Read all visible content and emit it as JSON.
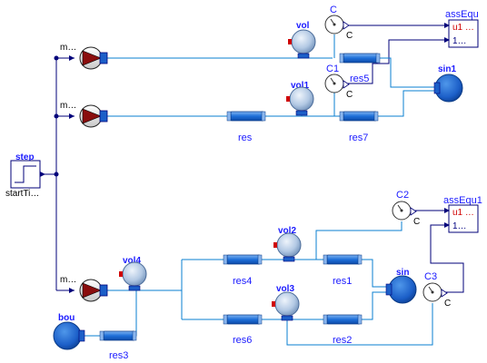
{
  "components": {
    "step": {
      "name": "step",
      "param": "startTi…"
    },
    "pump1": {
      "name": "m…"
    },
    "pump2": {
      "name": "m…"
    },
    "pump3": {
      "name": "m…"
    },
    "vol": {
      "name": "vol"
    },
    "vol1": {
      "name": "vol1"
    },
    "vol2": {
      "name": "vol2"
    },
    "vol3": {
      "name": "vol3"
    },
    "vol4": {
      "name": "vol4"
    },
    "res": {
      "name": "res"
    },
    "res1": {
      "name": "res1"
    },
    "res2": {
      "name": "res2"
    },
    "res3": {
      "name": "res3"
    },
    "res4": {
      "name": "res4"
    },
    "res5": {
      "name": "res5"
    },
    "res6": {
      "name": "res6"
    },
    "res7": {
      "name": "res7"
    },
    "C": {
      "name": "C",
      "port": "C"
    },
    "C1": {
      "name": "C1",
      "port": "C"
    },
    "C2": {
      "name": "C2",
      "port": "C"
    },
    "C3": {
      "name": "C3",
      "port": "C"
    },
    "sin1": {
      "name": "sin1"
    },
    "sin": {
      "name": "sin"
    },
    "bou": {
      "name": "bou"
    },
    "assEqu": {
      "name": "assEqu",
      "in1": "u1 …",
      "in2": "1…"
    },
    "assEqu1": {
      "name": "assEqu1",
      "in1": "u1 …",
      "in2": "1…"
    }
  },
  "colors": {
    "fluid_wire": "#0a7fd1",
    "signal_wire": "#00007a",
    "label": "#1a1aff",
    "volume_fill": "#b7cde6",
    "boundary_fill": "#1f5fc6",
    "pipe_fill": "#1b6fd8"
  }
}
